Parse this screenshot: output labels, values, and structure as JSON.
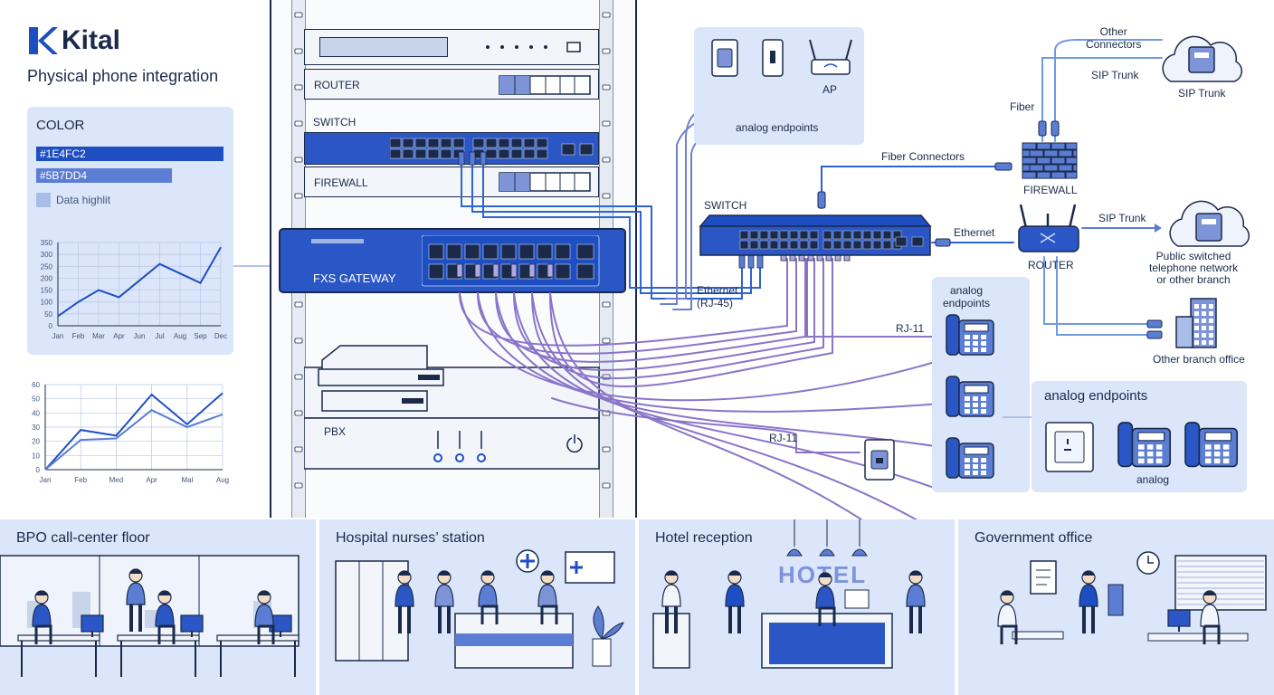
{
  "brand": {
    "name": "Kital",
    "subtitle": "Physical phone integration"
  },
  "color_card": {
    "title": "COLOR",
    "swatches": [
      "#1E4FC2",
      "#5B7DD4"
    ],
    "highlight_label": "Data highlit"
  },
  "colors": {
    "primary": "#1E4FC2",
    "secondary": "#5B7DD4",
    "highlight": "#a9bde8",
    "purple_cable": "#8a74c9"
  },
  "chart_data": [
    {
      "type": "line",
      "categories": [
        "Jan",
        "Feb",
        "Mar",
        "Apr",
        "Jun",
        "Jul",
        "Aug",
        "Sep",
        "Dec"
      ],
      "series": [
        {
          "values": [
            40,
            100,
            150,
            120,
            190,
            260,
            220,
            180,
            330
          ]
        }
      ],
      "y_ticks": [
        0,
        50,
        100,
        150,
        200,
        250,
        300,
        350
      ],
      "ylim": [
        0,
        350
      ],
      "grid": true
    },
    {
      "type": "line",
      "categories": [
        "Jan",
        "Feb",
        "Med",
        "Apr",
        "Mal",
        "Aug"
      ],
      "series": [
        {
          "values": [
            0,
            28,
            24,
            53,
            32,
            54
          ]
        },
        {
          "values": [
            0,
            21,
            22,
            42,
            30,
            39
          ]
        }
      ],
      "y_ticks": [
        0,
        10,
        20,
        30,
        40,
        50,
        60
      ],
      "ylim": [
        0,
        60
      ],
      "grid": true
    }
  ],
  "rack": {
    "router": "ROUTER",
    "switch": "SWITCH",
    "firewall": "FIREWALL",
    "fxs": "FXS GATEWAY",
    "pbx": "PBX"
  },
  "network": {
    "ap": "AP",
    "analog_endpoints_top": "analog endpoints",
    "switch": "SWITCH",
    "ethernet_rj45": "Ethernet\n(RJ-45)",
    "fiber_connectors": "Fiber Connectors",
    "ethernet": "Ethernet",
    "fiber": "Fiber",
    "firewall": "FIREWALL",
    "router": "ROUTER",
    "other_connectors": "Other\nConnectors",
    "sip_trunk_1": "SIP Trunk",
    "sip_trunk_cloud": "SIP Trunk",
    "sip_trunk_2": "SIP Trunk",
    "pstn": "Public switched\ntelephone network\nor other branch",
    "other_branch": "Other branch office",
    "rj11_1": "RJ-11",
    "rj11_2": "RJ-11",
    "analog_endpoints_mid": "analog\nendpoints",
    "analog_endpoints_panel": "analog endpoints",
    "analog": "analog"
  },
  "scenes": [
    {
      "title": "BPO call-center floor"
    },
    {
      "title": "Hospital nurses’ station"
    },
    {
      "title": "Hotel reception",
      "sign": "HOTEL"
    },
    {
      "title": "Government office"
    }
  ]
}
